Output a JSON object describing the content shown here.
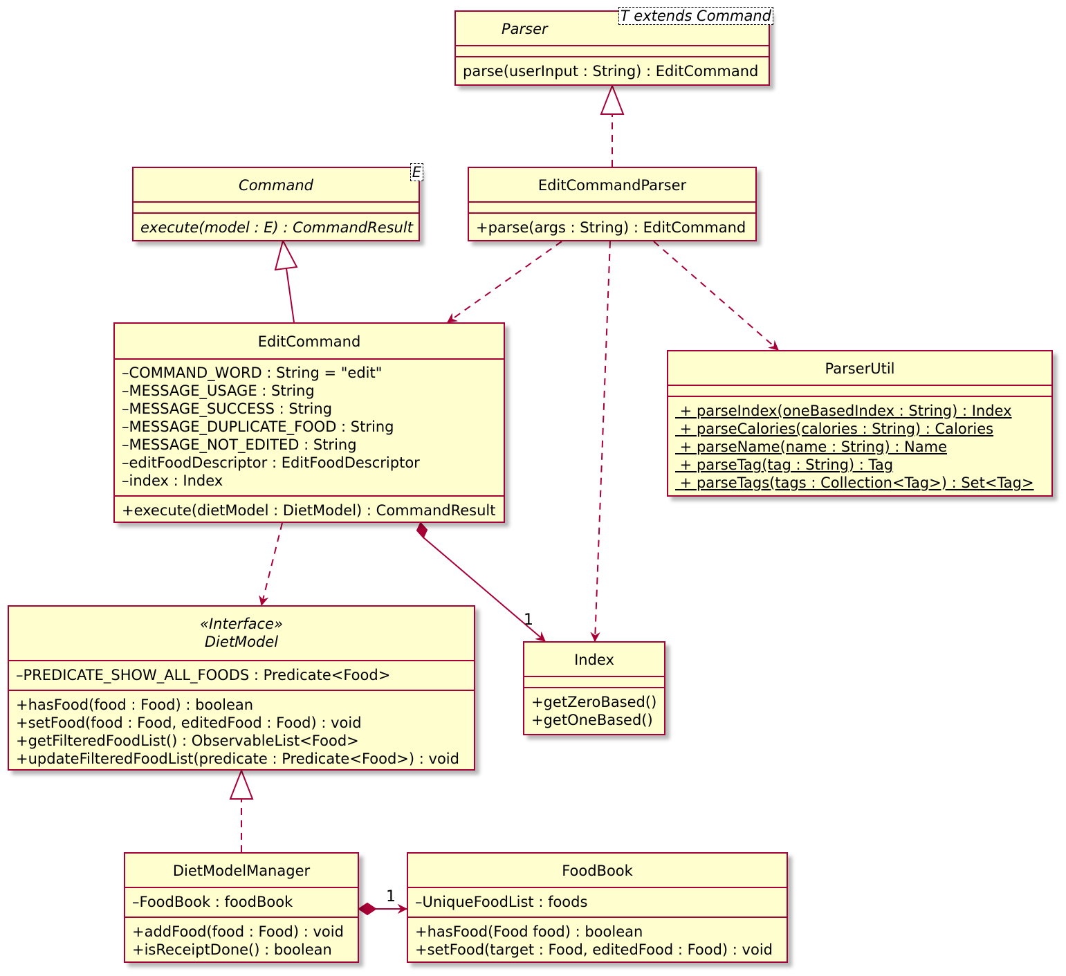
{
  "classes": {
    "parser": {
      "name": "Parser",
      "type_param": "T extends Command",
      "attributes": [],
      "methods": [
        "parse(userInput : String) : EditCommand"
      ]
    },
    "command": {
      "name": "Command",
      "type_param": "E",
      "attributes": [],
      "methods": [
        "execute(model : E) : CommandResult"
      ]
    },
    "edit_command_parser": {
      "name": "EditCommandParser",
      "attributes": [],
      "methods": [
        "+parse(args : String) : EditCommand"
      ]
    },
    "edit_command": {
      "name": "EditCommand",
      "attributes": [
        "–COMMAND_WORD : String = \"edit\"",
        "–MESSAGE_USAGE : String",
        "–MESSAGE_SUCCESS : String",
        "–MESSAGE_DUPLICATE_FOOD : String",
        "–MESSAGE_NOT_EDITED : String",
        "–editFoodDescriptor : EditFoodDescriptor",
        "–index : Index"
      ],
      "methods": [
        "+execute(dietModel : DietModel) : CommandResult"
      ]
    },
    "parser_util": {
      "name": "ParserUtil",
      "attributes": [],
      "methods": [
        " + parseIndex(oneBasedIndex : String) : Index",
        " + parseCalories(calories : String) : Calories",
        " + parseName(name : String) : Name",
        " + parseTag(tag : String) : Tag",
        " + parseTags(tags : Collection<Tag>) : Set<Tag>"
      ]
    },
    "diet_model": {
      "stereotype": "«Interface»",
      "name": "DietModel",
      "attributes": [
        "–PREDICATE_SHOW_ALL_FOODS : Predicate<Food>"
      ],
      "methods": [
        "+hasFood(food : Food) : boolean",
        "+setFood(food : Food, editedFood : Food) : void",
        "+getFilteredFoodList() : ObservableList<Food>",
        "+updateFilteredFoodList(predicate : Predicate<Food>) : void"
      ]
    },
    "index": {
      "name": "Index",
      "attributes": [],
      "methods": [
        "+getZeroBased()",
        "+getOneBased()"
      ]
    },
    "diet_model_manager": {
      "name": "DietModelManager",
      "attributes": [
        "–FoodBook : foodBook"
      ],
      "methods": [
        "+addFood(food : Food) : void",
        "+isReceiptDone() : boolean"
      ]
    },
    "food_book": {
      "name": "FoodBook",
      "attributes": [
        "–UniqueFoodList : foods"
      ],
      "methods": [
        "+hasFood(Food food) : boolean",
        "+setFood(target : Food, editedFood : Food) : void"
      ]
    }
  },
  "relations": {
    "edit_command_index_multiplicity": "1",
    "manager_foodbook_multiplicity": "1"
  },
  "colors": {
    "class_fill": "#fefece",
    "border": "#a80036"
  }
}
